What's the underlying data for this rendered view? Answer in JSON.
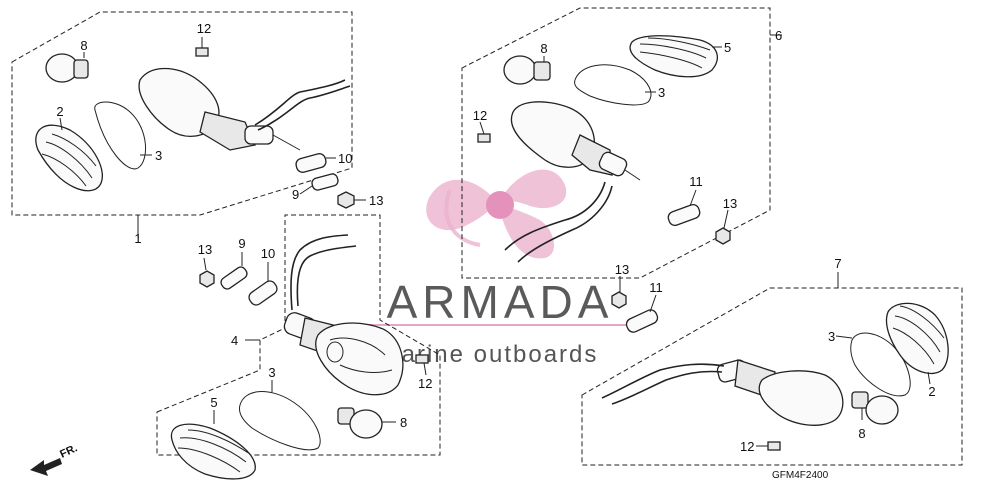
{
  "diagram": {
    "labels": {
      "l1": "1",
      "l2a": "2",
      "l3a": "3",
      "l8a": "8",
      "l12a": "12",
      "l10a": "10",
      "l9a": "9",
      "l13a": "13",
      "l13b": "13",
      "l9b": "9",
      "l10b": "10",
      "l4": "4",
      "l12b": "12",
      "l3b": "3",
      "l5b": "5",
      "l8b": "8",
      "l6": "6",
      "l8c": "8",
      "l5c": "5",
      "l3c": "3",
      "l12c": "12",
      "l11a": "11",
      "l13c": "13",
      "l7": "7",
      "l13d": "13",
      "l11b": "11",
      "l3d": "3",
      "l2d": "2",
      "l8d": "8",
      "l12d": "12"
    },
    "diagram_code": "GFM4F2400",
    "direction_label": "FR."
  },
  "watermark": {
    "brand": "ARMADA",
    "tagline": "arine outboards",
    "brand_color": "#e8a5c6",
    "text_color": "#5a5a5a"
  }
}
